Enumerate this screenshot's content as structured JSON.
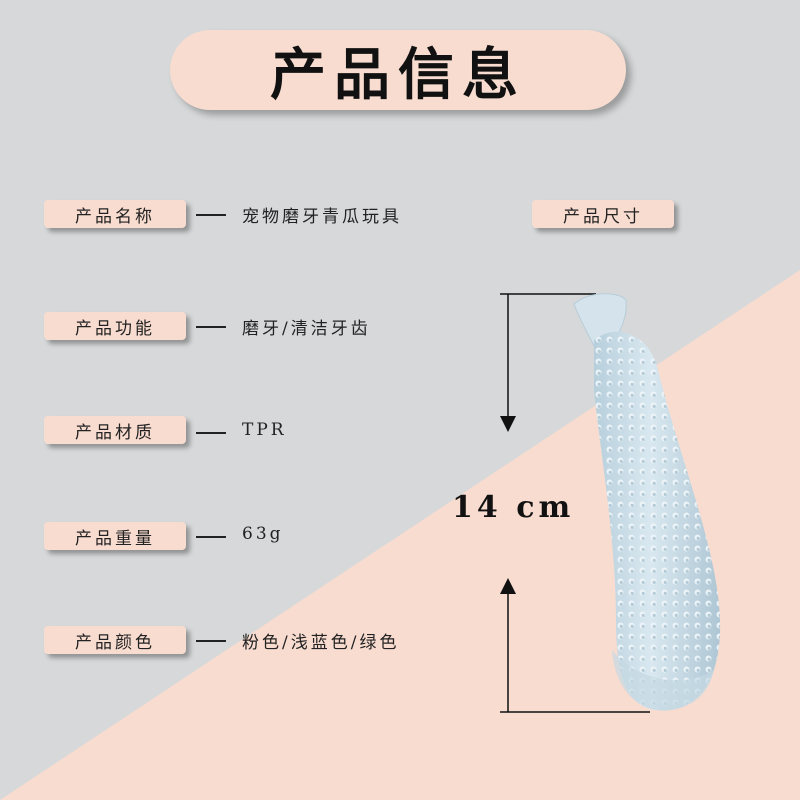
{
  "title": "产品信息",
  "rows": [
    {
      "label": "产品名称",
      "value": "宠物磨牙青瓜玩具"
    },
    {
      "label": "产品功能",
      "value": "磨牙/清洁牙齿"
    },
    {
      "label": "产品材质",
      "value": "TPR"
    },
    {
      "label": "产品重量",
      "value": "63g"
    },
    {
      "label": "产品颜色",
      "value": "粉色/浅蓝色/绿色"
    }
  ],
  "size_section": {
    "label": "产品尺寸",
    "dimension": "14 cm"
  },
  "colors": {
    "background": "#d6d8d9",
    "pink_accent": "#f8dcd0",
    "product_blue": "#c9dde8"
  }
}
